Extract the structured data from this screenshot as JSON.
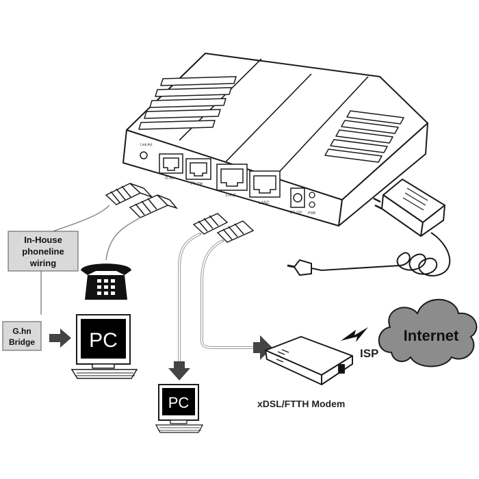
{
  "router": {
    "ports": {
      "ghn": "G.hn",
      "phone": "Phone",
      "lan1": "LAN1",
      "lan2": "LAN2",
      "dc": "DC 12V",
      "pwr": "PWR",
      "link": "Link Act"
    }
  },
  "labels": {
    "inhouse": [
      "In-House",
      "phoneline",
      "wiring"
    ],
    "bridge": [
      "G.hn",
      "Bridge"
    ],
    "pc": "PC",
    "modem": "xDSL/FTTH Modem",
    "isp": "ISP",
    "internet": "Internet"
  },
  "colors": {
    "stroke": "#1a1a1a",
    "label_box": "#d9d9d9",
    "cloud": "#8c8c8c",
    "screen": "#000000"
  }
}
